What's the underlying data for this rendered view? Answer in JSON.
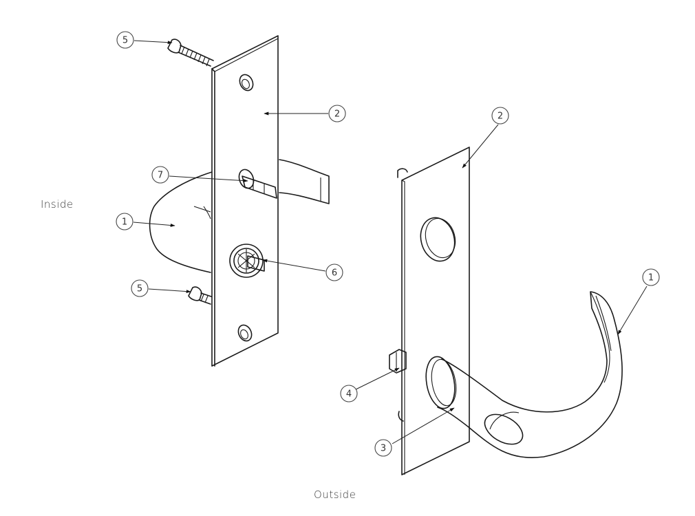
{
  "labels": {
    "inside": "Inside",
    "outside": "Outside"
  },
  "callouts": [
    {
      "id": "c5-top",
      "number": "5"
    },
    {
      "id": "c2-inside",
      "number": "2"
    },
    {
      "id": "c7",
      "number": "7"
    },
    {
      "id": "c1-inside",
      "number": "1"
    },
    {
      "id": "c6",
      "number": "6"
    },
    {
      "id": "c5-bottom",
      "number": "5"
    },
    {
      "id": "c2-outside",
      "number": "2"
    },
    {
      "id": "c1-outside",
      "number": "1"
    },
    {
      "id": "c4",
      "number": "4"
    },
    {
      "id": "c3",
      "number": "3"
    }
  ]
}
